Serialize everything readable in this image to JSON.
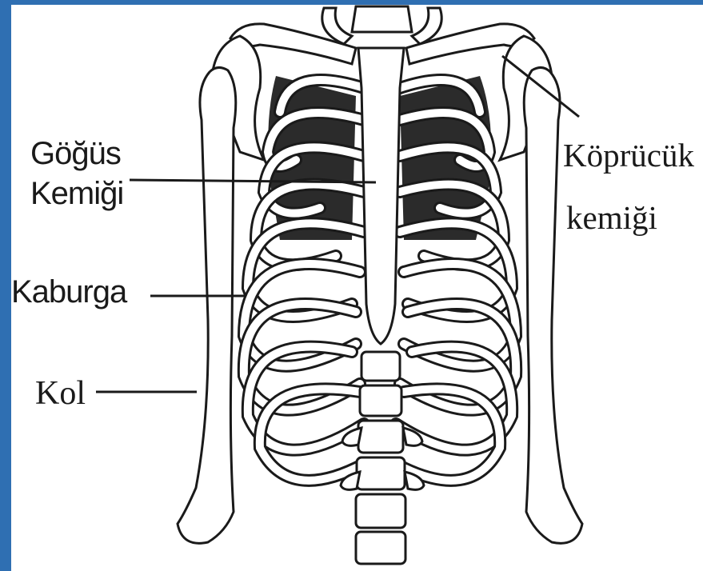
{
  "diagram": {
    "labels": {
      "sternum_line1": "Göğüs",
      "sternum_line2": "Kemiği",
      "rib": "Kaburga",
      "arm": "Kol",
      "clavicle_line1": "Köprücük",
      "clavicle_line2": "kemiği"
    },
    "colors": {
      "frame": "#2f6fb2",
      "ink": "#1a1a1a",
      "shadow": "#2b2b2b",
      "bone": "#ffffff"
    }
  }
}
